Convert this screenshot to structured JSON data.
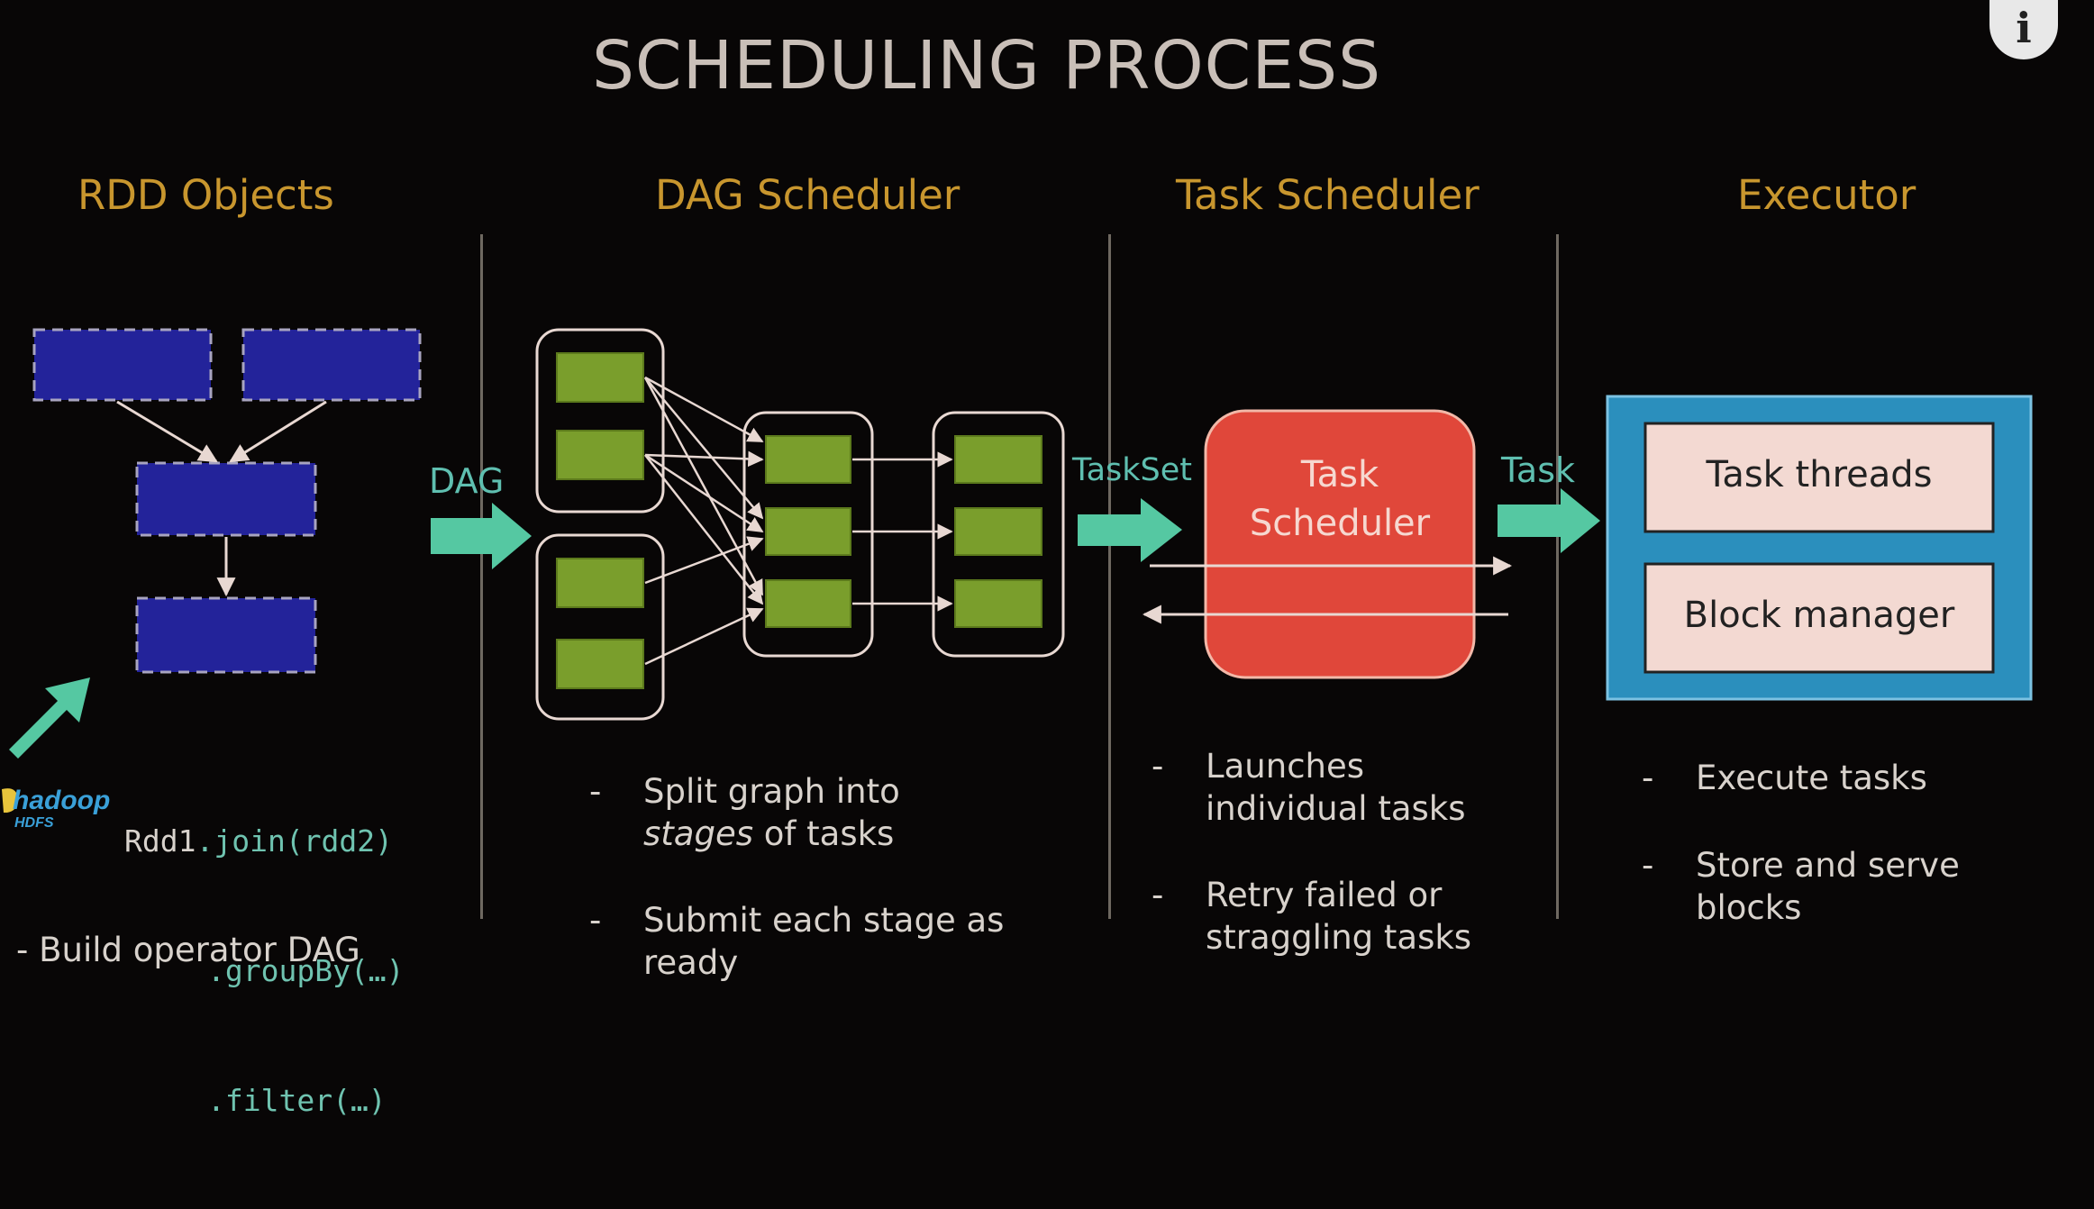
{
  "title": "SCHEDULING PROCESS",
  "columns": {
    "rdd": "RDD Objects",
    "dag": "DAG Scheduler",
    "task": "Task Scheduler",
    "executor": "Executor"
  },
  "arrows": {
    "dag": "DAG",
    "taskset": "TaskSet",
    "task": "Task"
  },
  "task_scheduler_box": {
    "line1": "Task",
    "line2": "Scheduler"
  },
  "executor_boxes": {
    "threads": "Task threads",
    "block_manager": "Block manager"
  },
  "code": {
    "line1_a": "Rdd1",
    "line1_b": ".join(rdd2)",
    "line2": ".groupBy(…)",
    "line3": ".filter(…)"
  },
  "hadoop_logo": {
    "name": "hadoop",
    "sub": "HDFS"
  },
  "bullets": {
    "rdd": [
      "- Build operator DAG"
    ],
    "dag": [
      {
        "dash": "-",
        "line1": "Split graph into",
        "line2_em": "stages",
        "line2_rest": " of tasks"
      },
      {
        "dash": "-",
        "line1": "Submit each stage as",
        "line2": "ready"
      }
    ],
    "task": [
      {
        "dash": "-",
        "line1": "Launches",
        "line2": "individual tasks"
      },
      {
        "dash": "-",
        "line1": "Retry failed or",
        "line2": "straggling tasks"
      }
    ],
    "executor": [
      {
        "dash": "-",
        "line1": "Execute tasks"
      },
      {
        "dash": "-",
        "line1": "Store and serve",
        "line2": "blocks"
      }
    ]
  },
  "colors": {
    "rdd_box": "#23239a",
    "stage_task": "#7a9e2c",
    "arrow": "#55c8a2",
    "task_scheduler": "#e0473a",
    "executor_outer": "#2b8fbd",
    "executor_inner": "#f3d9d2",
    "heading": "#c8962e"
  },
  "icons": {
    "info": "info-icon"
  }
}
